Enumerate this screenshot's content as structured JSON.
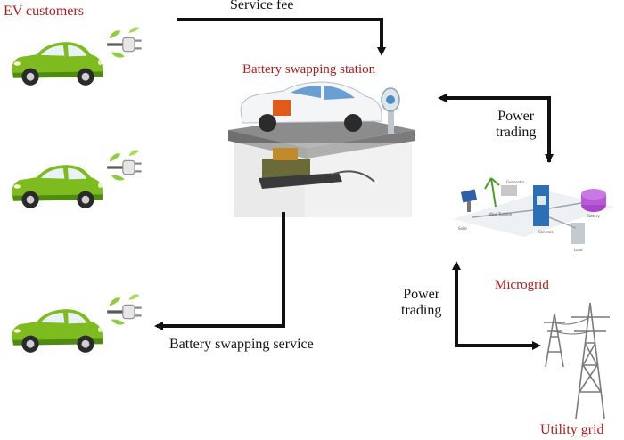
{
  "diagram": {
    "labels": {
      "ev_customers": "EV customers",
      "service_fee": "Service fee",
      "battery_swapping_station": "Battery swapping station",
      "power_trading_top": "Power\ntrading",
      "microgrid": "Microgrid",
      "power_trading_bottom": "Power\ntrading",
      "battery_swapping_service": "Battery swapping service",
      "utility_grid": "Utility grid"
    },
    "colors": {
      "red_text": "#b01c1c",
      "arrow": "#111111",
      "car_body": "#7dbb1f",
      "car_dark": "#4f8a12",
      "leaf": "#8ccf3a"
    },
    "icons": [
      "ev-car-icon",
      "battery-swapping-station-icon",
      "microgrid-icon",
      "transmission-tower-icon"
    ]
  }
}
